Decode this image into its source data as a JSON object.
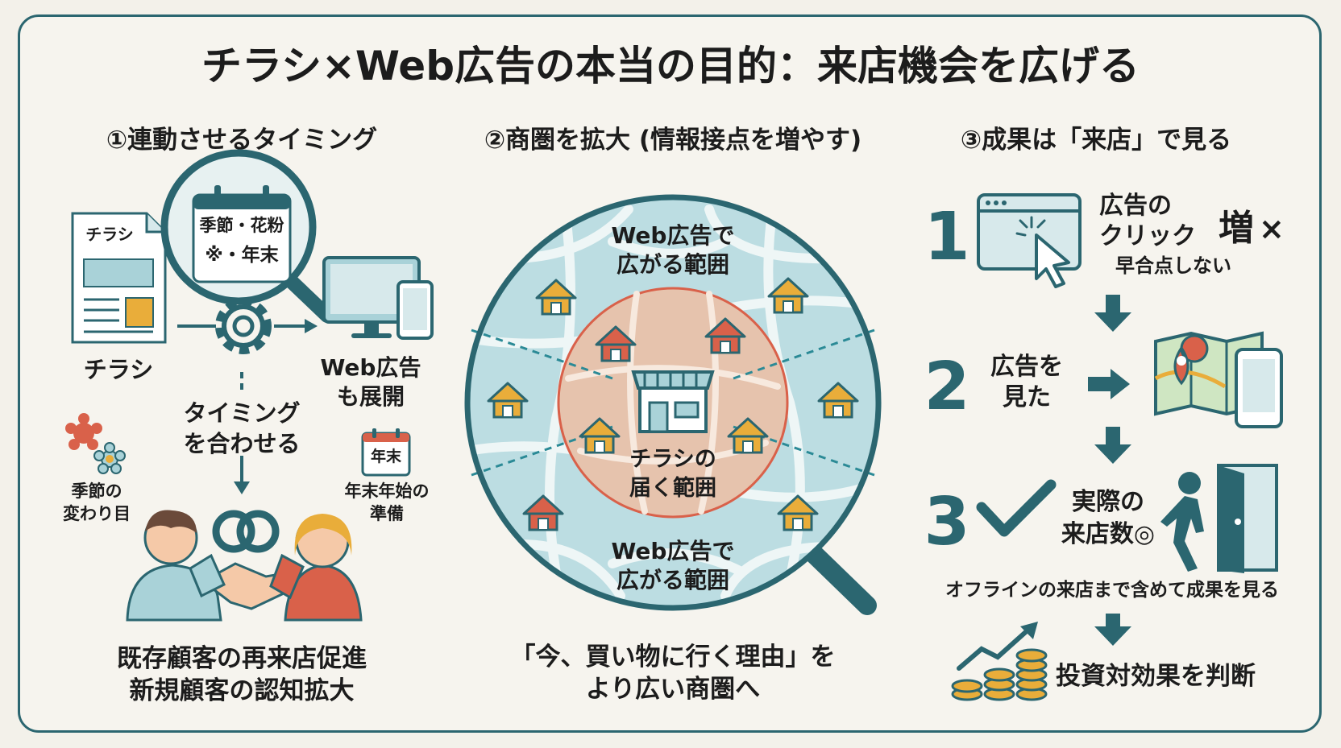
{
  "title": "チラシ×Web広告の本当の目的：来店機会を広げる",
  "sections": {
    "timing": {
      "heading": "①連動させるタイミング",
      "flyer_doc_label": "チラシ",
      "calendar_text": [
        "季節・花粉",
        "※・年末"
      ],
      "flyer_label": "チラシ",
      "web_ad_label": [
        "Web広告",
        "も展開"
      ],
      "align_timing": [
        "タイミング",
        "を合わせる"
      ],
      "season_change": [
        "季節の",
        "変わり目"
      ],
      "year_end_calendar": "年末",
      "year_end_prep": [
        "年末年始の",
        "準備"
      ],
      "result": [
        "既存顧客の再来店促進",
        "新規顧客の認知拡大"
      ]
    },
    "trade_area": {
      "heading": "②商圏を拡大 (情報接点を増やす)",
      "web_range_top": [
        "Web広告で",
        "広がる範囲"
      ],
      "flyer_reach": [
        "チラシの",
        "届く範囲"
      ],
      "web_range_bottom": [
        "Web広告で",
        "広がる範囲"
      ],
      "caption": [
        "「今、買い物に行く理由」を",
        "より広い商圏へ"
      ]
    },
    "results": {
      "heading": "③成果は「来店」で見る",
      "step1_number": "1",
      "step1_text": [
        "広告の",
        "クリック"
      ],
      "step1_increase": "増",
      "step1_cross": "×",
      "step1_note": "早合点しない",
      "step2_number": "2",
      "step2_text": [
        "広告を",
        "見た"
      ],
      "step3_number": "3",
      "step3_text": [
        "実際の",
        "来店数◎"
      ],
      "offline_note": "オフラインの来店まで含めて成果を見る",
      "roi": "投資対効果を判断"
    }
  },
  "colors": {
    "teal": "#2b6670",
    "light_teal": "#a9d2d8",
    "coral": "#d9614a",
    "mustard": "#e9ad3a"
  }
}
